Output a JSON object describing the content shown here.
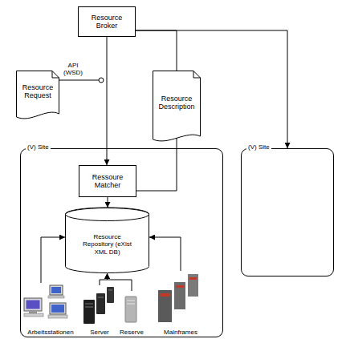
{
  "diagram": {
    "nodes": [
      {
        "text": [
          "Resource Broker"
        ]
      },
      {
        "text": [
          "Resource Request"
        ]
      },
      {
        "text": [
          "Resource Description"
        ]
      },
      {
        "text": [
          "(V) Site"
        ]
      },
      {
        "text": [
          "Ressoure Matcher"
        ],
        "in": 3
      },
      {
        "text": [
          "Resource Repository (eXist XML DB)"
        ],
        "in": 3
      },
      {
        "text": [
          "Arbeitsstationen"
        ],
        "in": 3
      },
      {
        "text": [
          "Server"
        ],
        "in": 3
      },
      {
        "text": [
          "Reserve"
        ],
        "in": 3
      },
      {
        "text": [
          "Mainframes"
        ],
        "in": 3
      },
      {
        "text": [
          "(V) Site"
        ]
      }
    ],
    "edges": [
      {
        "from": 0,
        "to": 4,
        "arrow": "to"
      },
      {
        "from": 0,
        "to": 2,
        "arrow": "none"
      },
      {
        "from": 0,
        "to": 10,
        "arrow": "to"
      },
      {
        "from": 2,
        "to": 4,
        "arrow": "none"
      },
      {
        "from": 4,
        "to": 5,
        "arrow": "to"
      },
      {
        "from": 6,
        "to": 5,
        "arrow": "to"
      },
      {
        "from": 7,
        "to": 5,
        "arrow": "to"
      },
      {
        "from": 8,
        "to": 5,
        "arrow": "to"
      },
      {
        "from": 9,
        "to": 5,
        "arrow": "to"
      }
    ],
    "labels": [
      "API (WSD)"
    ]
  }
}
